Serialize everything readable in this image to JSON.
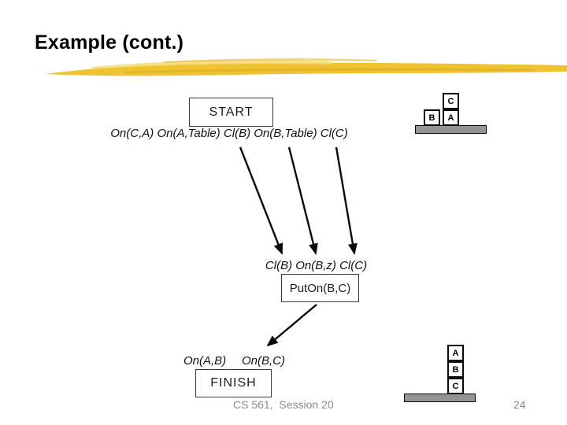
{
  "slide": {
    "title": "Example (cont.)",
    "footer": "CS 561,  Session 20",
    "page_number": "24"
  },
  "plan": {
    "start_label": "START",
    "start_state": "On(C,A) On(A,Table) Cl(B) On(B,Table) Cl(C)",
    "subgoals": "Cl(B) On(B,z) Cl(C)",
    "action_label": "PutOn(B,C)",
    "goal_left": "On(A,B)",
    "goal_right": "On(B,C)",
    "finish_label": "FINISH"
  },
  "scenes": {
    "initial": {
      "left_block": "B",
      "right_bottom_block": "A",
      "right_top_block": "C"
    },
    "goal": {
      "top_block": "A",
      "middle_block": "B",
      "bottom_block": "C"
    }
  },
  "colors": {
    "highlight_gold": "#EFC231",
    "highlight_light": "#F7DC7A",
    "highlight_dark": "#D9A91C",
    "table_gray": "#949494",
    "footer_gray": "#8A8A8A",
    "ink": "#0A0A0A"
  }
}
